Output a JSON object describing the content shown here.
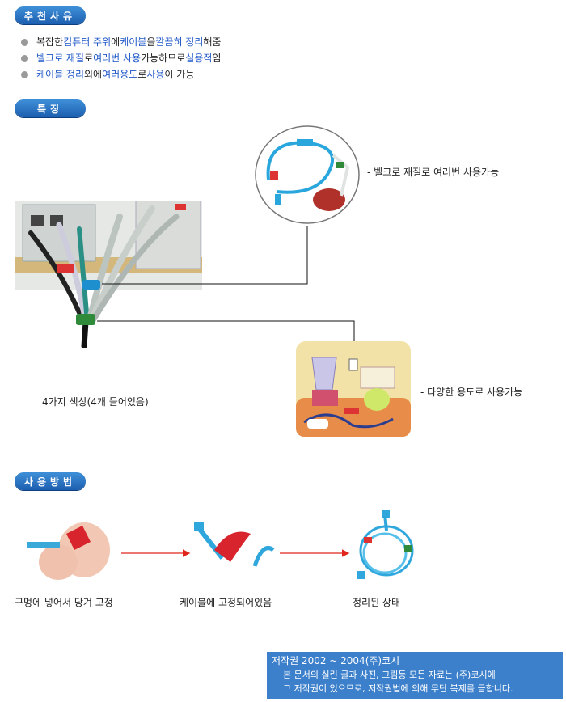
{
  "sections": {
    "recommend": "추천사유",
    "features": "특징",
    "usage": "사용방법"
  },
  "bullets": [
    [
      {
        "t": "복잡한 ",
        "h": false
      },
      {
        "t": "컴퓨터 주위",
        "h": true
      },
      {
        "t": "에 ",
        "h": false
      },
      {
        "t": "케이블",
        "h": true
      },
      {
        "t": "을 ",
        "h": false
      },
      {
        "t": "깔끔히 정리",
        "h": true
      },
      {
        "t": "해줌",
        "h": false
      }
    ],
    [
      {
        "t": "벨크로 재질",
        "h": true
      },
      {
        "t": "로 ",
        "h": false
      },
      {
        "t": "여러번 사용",
        "h": true
      },
      {
        "t": "가능하므로 ",
        "h": false
      },
      {
        "t": "실용적",
        "h": true
      },
      {
        "t": "임",
        "h": false
      }
    ],
    [
      {
        "t": "케이블 정리",
        "h": true
      },
      {
        "t": "외에 ",
        "h": false
      },
      {
        "t": "여러용도",
        "h": true
      },
      {
        "t": "로 ",
        "h": false
      },
      {
        "t": "사용",
        "h": true
      },
      {
        "t": "이 가능",
        "h": false
      }
    ]
  ],
  "features": {
    "velcro_caption": "- 벨크로 재질로 여러번 사용가능",
    "colors_caption": "4가지 색상(4개 들어있음)",
    "uses_caption": "- 다양한 용도로 사용가능"
  },
  "steps": [
    "구멍에 넣어서 당겨 고정",
    "케이블에 고정되어있음",
    "정리된 상태"
  ],
  "copyright": {
    "line1": "저작권 2002 ~ 2004(주)코시",
    "line2": "본 문서의 실린 글과 사진, 그림등 모든 자료는 (주)코시에",
    "line3": "그 저작권이 있으므로, 저작권법에 의해 무단 복제를 금합니다."
  },
  "colors": {
    "accent": "#1f58c8",
    "pill": "#2a6fc4",
    "arrow": "#e0261b",
    "cable": "#27a0d6"
  }
}
